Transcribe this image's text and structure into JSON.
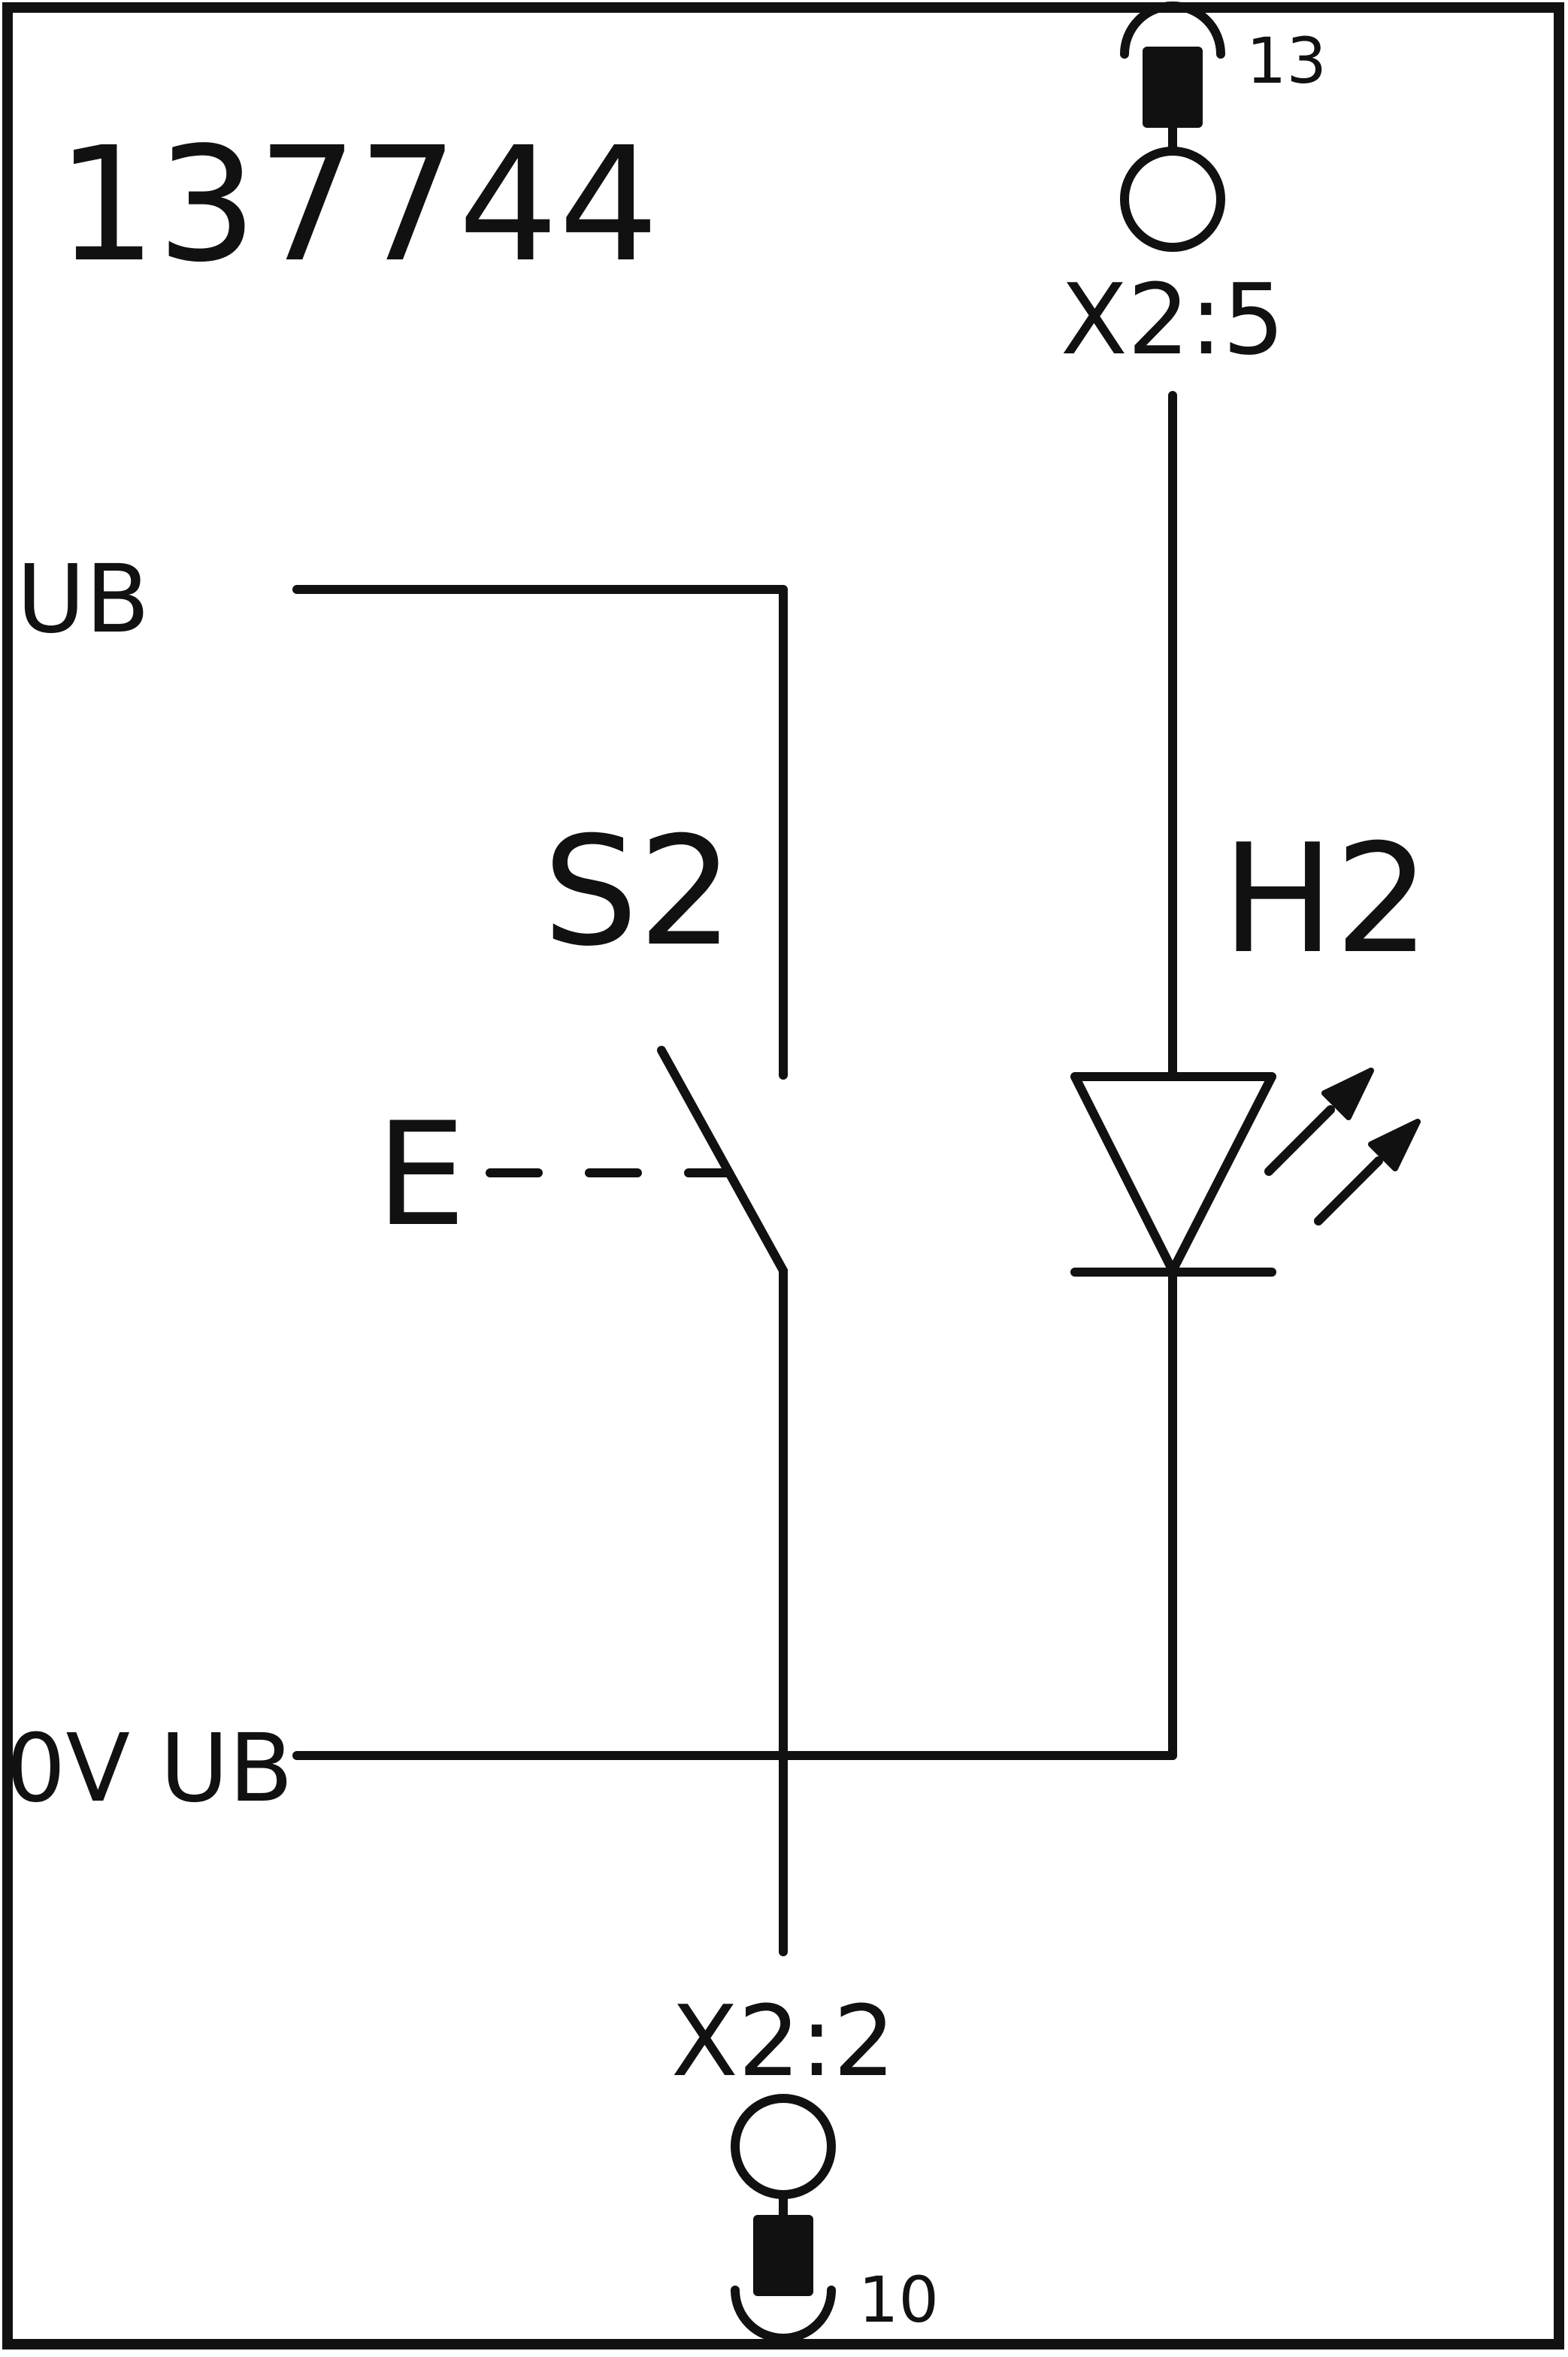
{
  "drawing": {
    "part_number": "137744",
    "supply_label": "UB",
    "ground_label": "0V UB",
    "switch_ref": "S2",
    "switch_actuator": "E",
    "led_ref": "H2",
    "top_terminal": {
      "label": "X2:5",
      "pin": "13"
    },
    "bottom_terminal": {
      "label": "X2:2",
      "pin": "10"
    },
    "line_color": "#111111",
    "background_color": "#ffffff"
  }
}
